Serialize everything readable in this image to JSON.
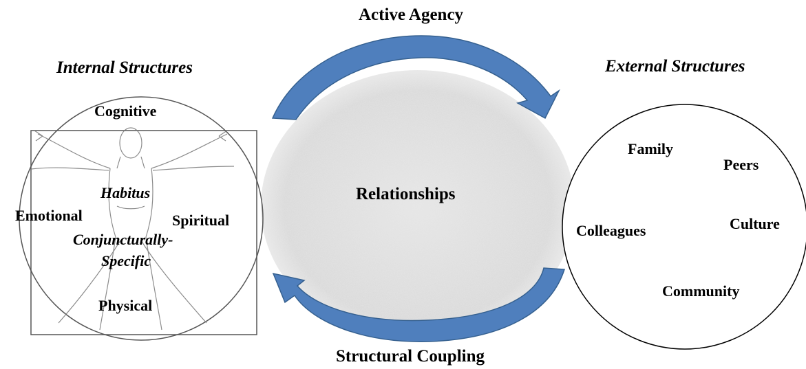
{
  "top_label": "Active Agency",
  "bottom_label": "Structural Coupling",
  "center_label": "Relationships",
  "internal": {
    "heading": "Internal Structures",
    "cognitive": "Cognitive",
    "emotional": "Emotional",
    "spiritual": "Spiritual",
    "physical": "Physical",
    "habitus": "Habitus",
    "conj_line1": "Conjuncturally-",
    "conj_line2": "Specific"
  },
  "external": {
    "heading": "External Structures",
    "family": "Family",
    "peers": "Peers",
    "colleagues": "Colleagues",
    "culture": "Culture",
    "community": "Community"
  },
  "colors": {
    "arrow_fill": "#4f7fbd",
    "arrow_stroke": "#35608f",
    "center_fill": "#d9d9d9",
    "line": "#000000"
  }
}
